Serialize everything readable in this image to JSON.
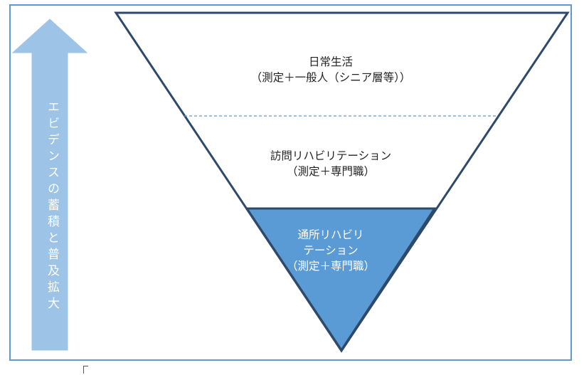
{
  "arrow_label": "エビデンスの蓄積と普及拡大",
  "levels": [
    {
      "title": "日常生活",
      "subtitle": "（測定＋一般人（シニア層等））"
    },
    {
      "title": "訪問リハビリテーション",
      "subtitle": "（測定＋専門職）"
    },
    {
      "title_line1": "通所リハビリ",
      "title_line2": "テーション",
      "subtitle": "（測定＋専門職）"
    }
  ],
  "colors": {
    "frame": "#5b9bd5",
    "triangle_stroke": "#2e4a6b",
    "arrow_fill": "#9dc3e6",
    "bottom_fill": "#5b9bd5",
    "divider": "#5b9bd5"
  }
}
